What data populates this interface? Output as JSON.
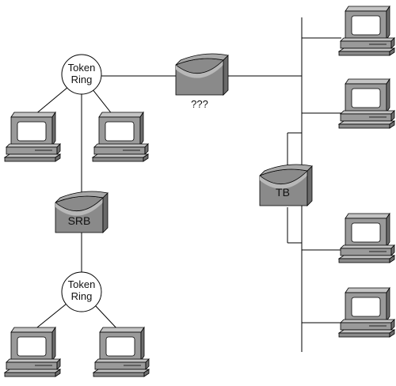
{
  "colors": {
    "line": "#000000",
    "device_fill": "#8a8a8a",
    "device_dark": "#6a6a6a",
    "device_light": "#b8b8b8",
    "pc_body": "#9a9a9a",
    "pc_screen": "#ffffff",
    "ring_fill": "#ffffff"
  },
  "icons": {
    "pc": "workstation-icon",
    "bridge": "bridge-icon",
    "ring": "token-ring-icon"
  },
  "token_ring_top": {
    "line1": "Token",
    "line2": "Ring"
  },
  "token_ring_bottom": {
    "line1": "Token",
    "line2": "Ring"
  },
  "srb_bridge": {
    "label": "SRB"
  },
  "unknown_bridge": {
    "label": "???"
  },
  "tb_bridge": {
    "label": "TB"
  }
}
